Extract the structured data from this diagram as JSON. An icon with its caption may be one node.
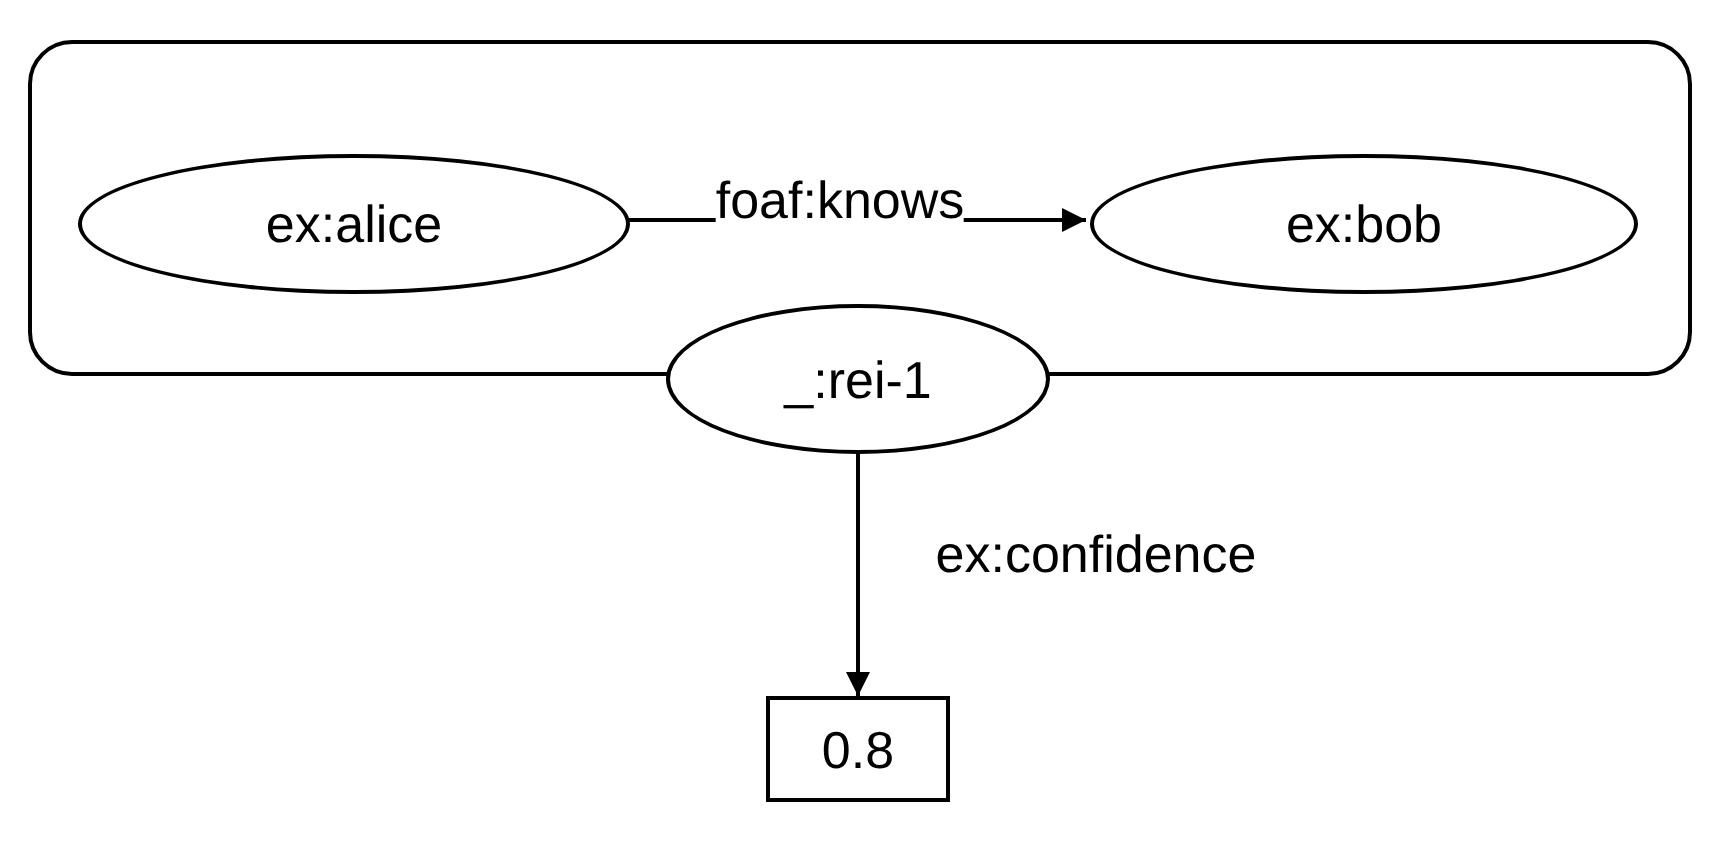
{
  "diagram": {
    "nodes": [
      {
        "text": [],
        "shape": "box"
      },
      {
        "text": [
          "ex:alice"
        ],
        "in": 0
      },
      {
        "text": [
          "ex:bob"
        ],
        "in": 0
      },
      {
        "text": [
          "_:rei-1"
        ]
      },
      {
        "text": [
          "0.8"
        ]
      }
    ],
    "edges": [
      {
        "from": 1,
        "to": 2,
        "arrow": "to",
        "label": "foaf:knows"
      },
      {
        "from": 3,
        "to": 4,
        "arrow": "to",
        "label": "ex:confidence"
      }
    ]
  }
}
